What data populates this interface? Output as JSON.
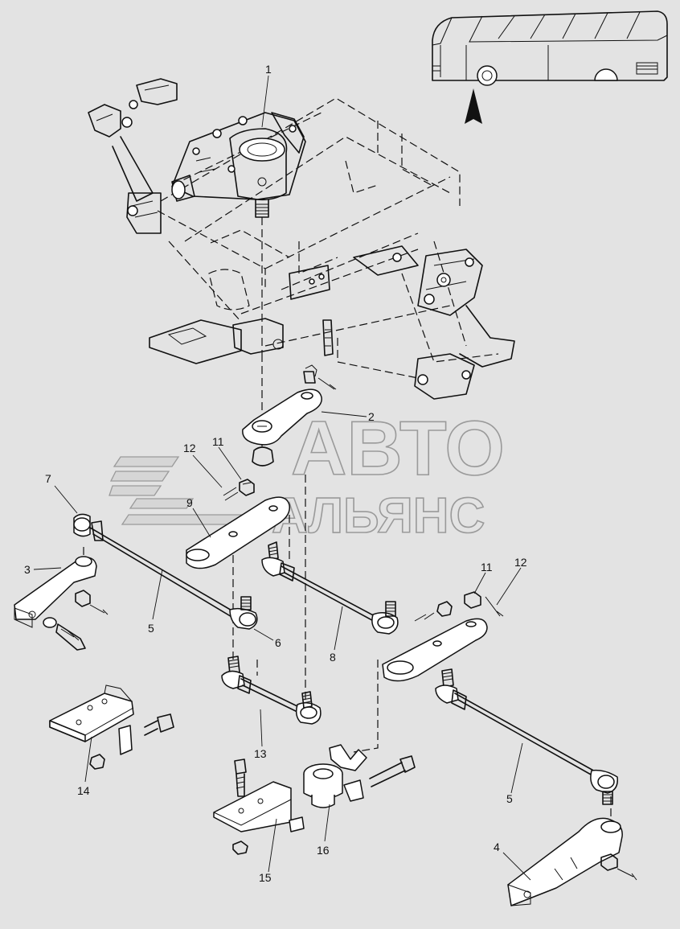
{
  "watermark": {
    "line1": "АВТО",
    "line2": "АЛЬЯНС"
  },
  "callouts": {
    "c1": "1",
    "c2": "2",
    "c3": "3",
    "c4": "4",
    "c5a": "5",
    "c5b": "5",
    "c6": "6",
    "c7": "7",
    "c8": "8",
    "c9": "9",
    "c11a": "11",
    "c11b": "11",
    "c12a": "12",
    "c12b": "12",
    "c13": "13",
    "c14": "14",
    "c15": "15",
    "c16": "16"
  },
  "icons": {
    "locator": "bus-icon",
    "pointer": "arrow-up-icon"
  }
}
